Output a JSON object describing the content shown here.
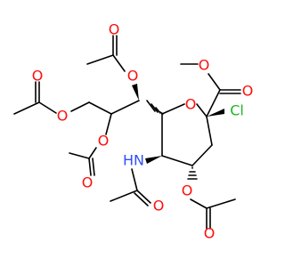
{
  "molecule": {
    "colors": {
      "oxygen": "#ff0d0d",
      "nitrogen": "#3050f8",
      "chlorine": "#1fb51f",
      "bond": "#000000"
    },
    "atom_labels": {
      "o_ring": "O",
      "o_ester_carbonyl": "O",
      "o_ester_single": "O",
      "chlorine": "Cl",
      "o_acetoxy_top": "O",
      "o_acetoxy_top_carbonyl": "O",
      "o_acetoxy_left": "O",
      "o_acetoxy_left_carbonyl": "O",
      "o_acetoxy_mid": "O",
      "o_acetoxy_mid_carbonyl": "O",
      "nh": "HN",
      "o_amide_carbonyl": "O",
      "o_acetoxy_ring": "O",
      "o_acetoxy_ring_carbonyl": "O"
    }
  }
}
